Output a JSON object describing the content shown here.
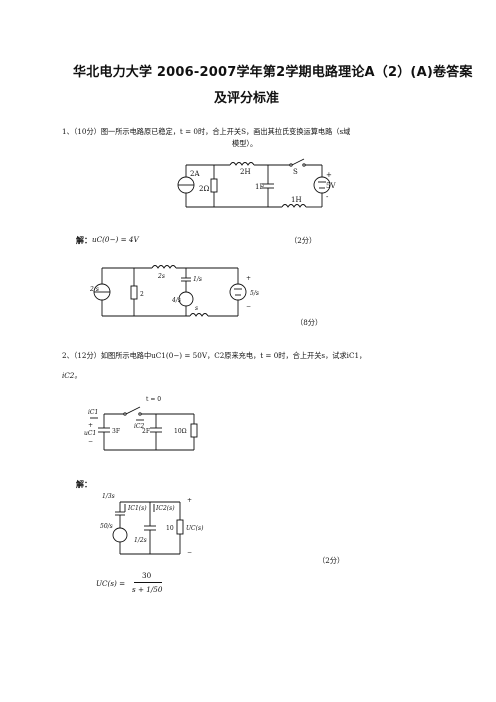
{
  "title_line1": "华北电力大学 2006-2007学年第2学期电路理论A（2）(A)卷答案",
  "title_line2": "及评分标准",
  "q1": {
    "text_line1": "1、（10分）图一所示电路原已稳定，t = 0时，合上开关S，画出其拉氏变换运算电路（s域",
    "text_line2": "模型）。",
    "circuit_labels": {
      "source": "2A",
      "r": "2Ω",
      "l1": "2H",
      "switch": "S",
      "c": "1F",
      "l2": "1H",
      "vs": "5V",
      "plus": "+",
      "minus": "-"
    },
    "answer_label": "解：",
    "answer_eq": "uC(0−) = 4V",
    "score1": "（2分）",
    "s_labels": {
      "src": "2/s",
      "r": "2",
      "l": "2s",
      "c_imp": "1/s",
      "c_src": "4/s",
      "l2": "s",
      "vs": "5/s",
      "plus": "+",
      "minus": "−"
    },
    "score2": "（8分）"
  },
  "q2": {
    "text_line1": "2、（12分）如图所示电路中uC1(0−) = 50V，C2原来充电，t = 0时，合上开关s，试求iC1，",
    "text_line2": "iC2。",
    "circuit_labels": {
      "t0": "t = 0",
      "ic1": "iC1",
      "ic2": "iC2",
      "uc1": "uC1",
      "c1": "3F",
      "c2": "2F",
      "r": "10Ω",
      "plus": "+",
      "minus": "−"
    },
    "answer_label": "解：",
    "s_labels": {
      "imp1": "1/3s",
      "src": "50/s",
      "ic1s": "IC1(s)",
      "ic2s": "IC2(s)",
      "imp2": "1/2s",
      "r": "10",
      "ucs": "UC(s)",
      "plus": "+",
      "minus": "−"
    },
    "score": "（2分）",
    "final_lhs": "UC(s) =",
    "final_num": "30",
    "final_den": "s + 1/50"
  }
}
